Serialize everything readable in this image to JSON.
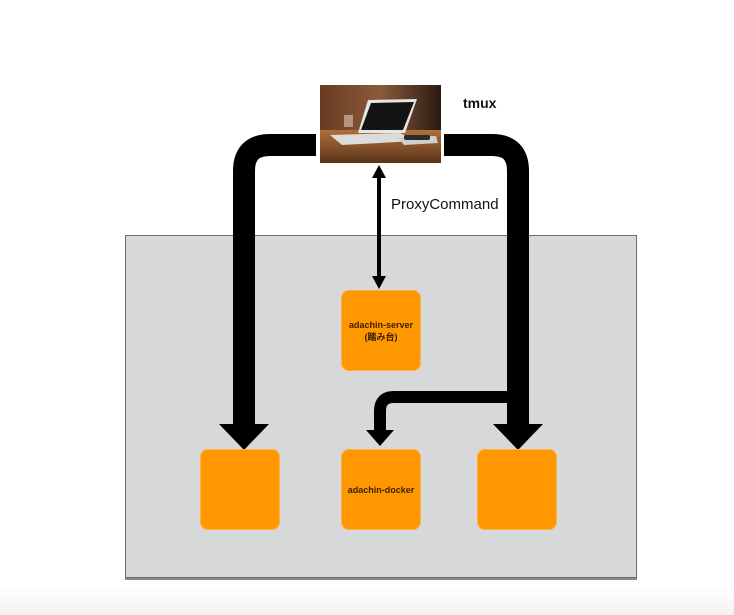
{
  "diagram": {
    "client": {
      "image": "laptop-photo",
      "label": "tmux"
    },
    "connection_label": "ProxyCommand",
    "network_area": {
      "color": "#d7d8da"
    },
    "nodes": [
      {
        "id": "bastion",
        "label_line1": "adachin-server",
        "label_line2": "(踏み台)"
      },
      {
        "id": "left",
        "label_line1": "",
        "label_line2": ""
      },
      {
        "id": "docker",
        "label_line1": "adachin-docker",
        "label_line2": ""
      },
      {
        "id": "right",
        "label_line1": "",
        "label_line2": ""
      }
    ],
    "edges": [
      {
        "from": "client",
        "to": "bastion",
        "style": "thin-double-arrow",
        "label": "ProxyCommand"
      },
      {
        "from": "client",
        "to": "left",
        "style": "thick-arrow"
      },
      {
        "from": "client",
        "to": "right",
        "style": "thick-arrow"
      },
      {
        "from": "client",
        "to": "docker",
        "style": "thick-arrow-branch"
      }
    ],
    "colors": {
      "node": "#ff9800",
      "arrow": "#000000",
      "background": "#ffffff"
    }
  }
}
